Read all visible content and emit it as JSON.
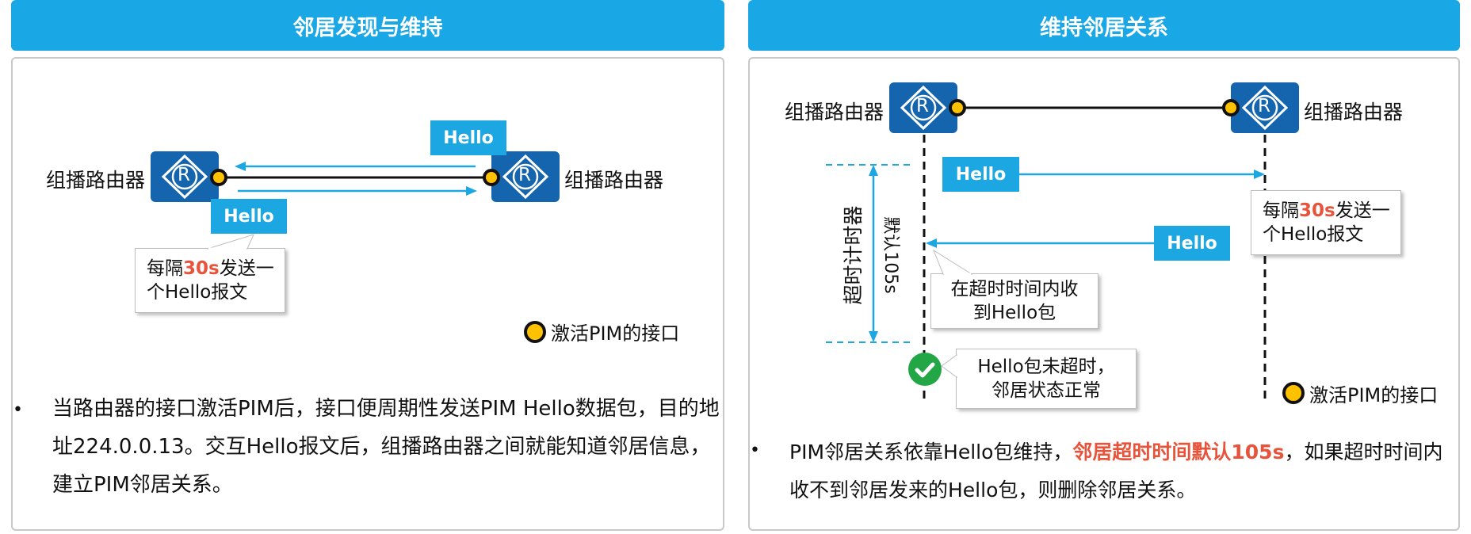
{
  "left": {
    "header": "邻居发现与维持",
    "router_label": "组播路由器",
    "router_icon_letter": "R",
    "hello_label": "Hello",
    "callout": {
      "pre": "每隔",
      "highlight": "30s",
      "post": "发送一",
      "line2": "个Hello报文"
    },
    "legend": "激活PIM的接口",
    "bullet": "•",
    "paragraph": "当路由器的接口激活PIM后，接口便周期性发送PIM  Hello数据包，目的地址224.0.0.13。交互Hello报文后，组播路由器之间就能知道邻居信息，建立PIM邻居关系。"
  },
  "right": {
    "header": "维持邻居关系",
    "router_label": "组播路由器",
    "router_icon_letter": "R",
    "hello_label": "Hello",
    "callout_interval": {
      "pre": "每隔",
      "highlight": "30s",
      "post": "发送一",
      "line2": "个Hello报文"
    },
    "timer_label": "超时计时器",
    "timer_default": "默认105s",
    "callout_receive": {
      "line1": "在超时时间内收",
      "line2": "到Hello包"
    },
    "callout_status": {
      "line1": "Hello包未超时，",
      "line2": "邻居状态正常"
    },
    "legend": "激活PIM的接口",
    "bullet": "•",
    "paragraph": {
      "pre": "PIM邻居关系依靠Hello包维持，",
      "highlight": "邻居超时时间默认105s",
      "post": "，如果超时时间内收不到邻居发来的Hello包，则删除邻居关系。"
    }
  },
  "colors": {
    "header_bg": "#1aa7e6",
    "router": "#1465ae",
    "hello_box": "#1ca6e2",
    "interface_dot": "#ffc200",
    "highlight": "#e8543b",
    "check": "#22a646"
  }
}
